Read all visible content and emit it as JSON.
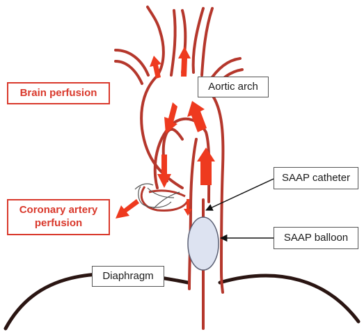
{
  "labels": {
    "brain_perfusion": "Brain perfusion",
    "coronary_perfusion": "Coronary artery perfusion",
    "aortic_arch": "Aortic arch",
    "saap_catheter": "SAAP catheter",
    "saap_balloon": "SAAP balloon",
    "diaphragm": "Diaphragm"
  },
  "colors": {
    "vessel": "#b5372c",
    "flow_arrow": "#ee3a1f",
    "diaphragm": "#2a1512",
    "balloon_fill": "#dde3f1",
    "label_red": "#d9382b"
  }
}
